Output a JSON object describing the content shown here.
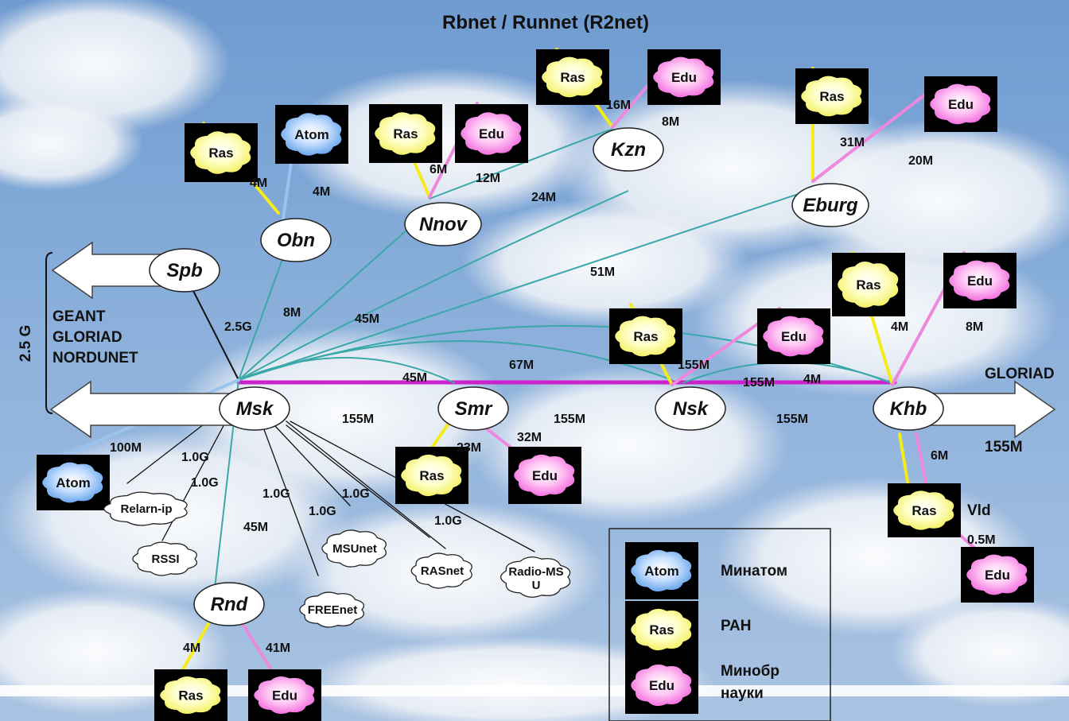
{
  "title": "Rbnet / Runnet  (R2net)",
  "colors": {
    "sky": "#7da6d6",
    "ras_cloud": "#ffff99",
    "edu_cloud": "#ff88ee",
    "atom_cloud": "#88bbff",
    "ras_link": "#f5ea1a",
    "edu_link": "#ee88dd",
    "atom_link": "#99c4ee",
    "trunk": "#cc22cc",
    "regional": "#3aa8a8"
  },
  "nodes": {
    "spb": "Spb",
    "obn": "Obn",
    "nnov": "Nnov",
    "kzn": "Kzn",
    "eburg": "Eburg",
    "msk": "Msk",
    "smr": "Smr",
    "nsk": "Nsk",
    "khb": "Khb",
    "rnd": "Rnd"
  },
  "clouds": {
    "ras": "Ras",
    "edu": "Edu",
    "atom": "Atom"
  },
  "small_clouds": {
    "relarn": "Relarn-ip",
    "rssi": "RSSI",
    "msunet": "MSUnet",
    "freenet": "FREEnet",
    "rasnet": "RASnet",
    "radio": "Radio-MS U"
  },
  "labels": {
    "l_obn_ras": "4M",
    "l_obn_atom": "4M",
    "l_msk_spb": "2.5G",
    "l_msk_obn": "8M",
    "l_nnov_ras": "6M",
    "l_nnov_edu": "12M",
    "l_kzn_ras": "16M",
    "l_kzn_edu": "8M",
    "l_nnov_kzn": "24M",
    "l_eburg_ras": "31M",
    "l_eburg_edu": "20M",
    "l_msk_eburg": "51M",
    "l_msk_kzn": "45M",
    "l_msk_smr_arc": "45M",
    "l_msk_nsk_arc": "67M",
    "l_nsk_ras": "155M",
    "l_nsk_khb": "155M",
    "l_nsk_khb2": "4M",
    "l_khb_ras": "4M",
    "l_khb_edu": "8M",
    "l_msk_smr": "155M",
    "l_smr_nsk": "155M",
    "l_nsk_khb_low": "155M",
    "l_smr_ras": "23M",
    "l_smr_edu": "32M",
    "l_msk_atom": "100M",
    "l_relarn": "1.0G",
    "l_rssi": "1.0G",
    "l_msunet": "1.0G",
    "l_freenet": "1.0G",
    "l_rasnet": "1.0G",
    "l_radio": "1.0G",
    "l_msk_rnd": "45M",
    "l_rnd_ras": "4M",
    "l_rnd_edu": "41M",
    "l_khb_vld": "6M",
    "l_gloriad_speed": "155M",
    "l_vld_edu": "0.5M"
  },
  "gloriad_right": "GLORIAD",
  "vld": "Vld",
  "left_box": {
    "side_label": "2.5 G",
    "lines": [
      "GEANT",
      "GLORIAD",
      "NORDUNET"
    ]
  },
  "legend": [
    {
      "cloud": "Atom",
      "text": "Минатом"
    },
    {
      "cloud": "Ras",
      "text": "РАН"
    },
    {
      "cloud": "Edu",
      "text_line1": "Минобр",
      "text_line2": "науки"
    }
  ]
}
